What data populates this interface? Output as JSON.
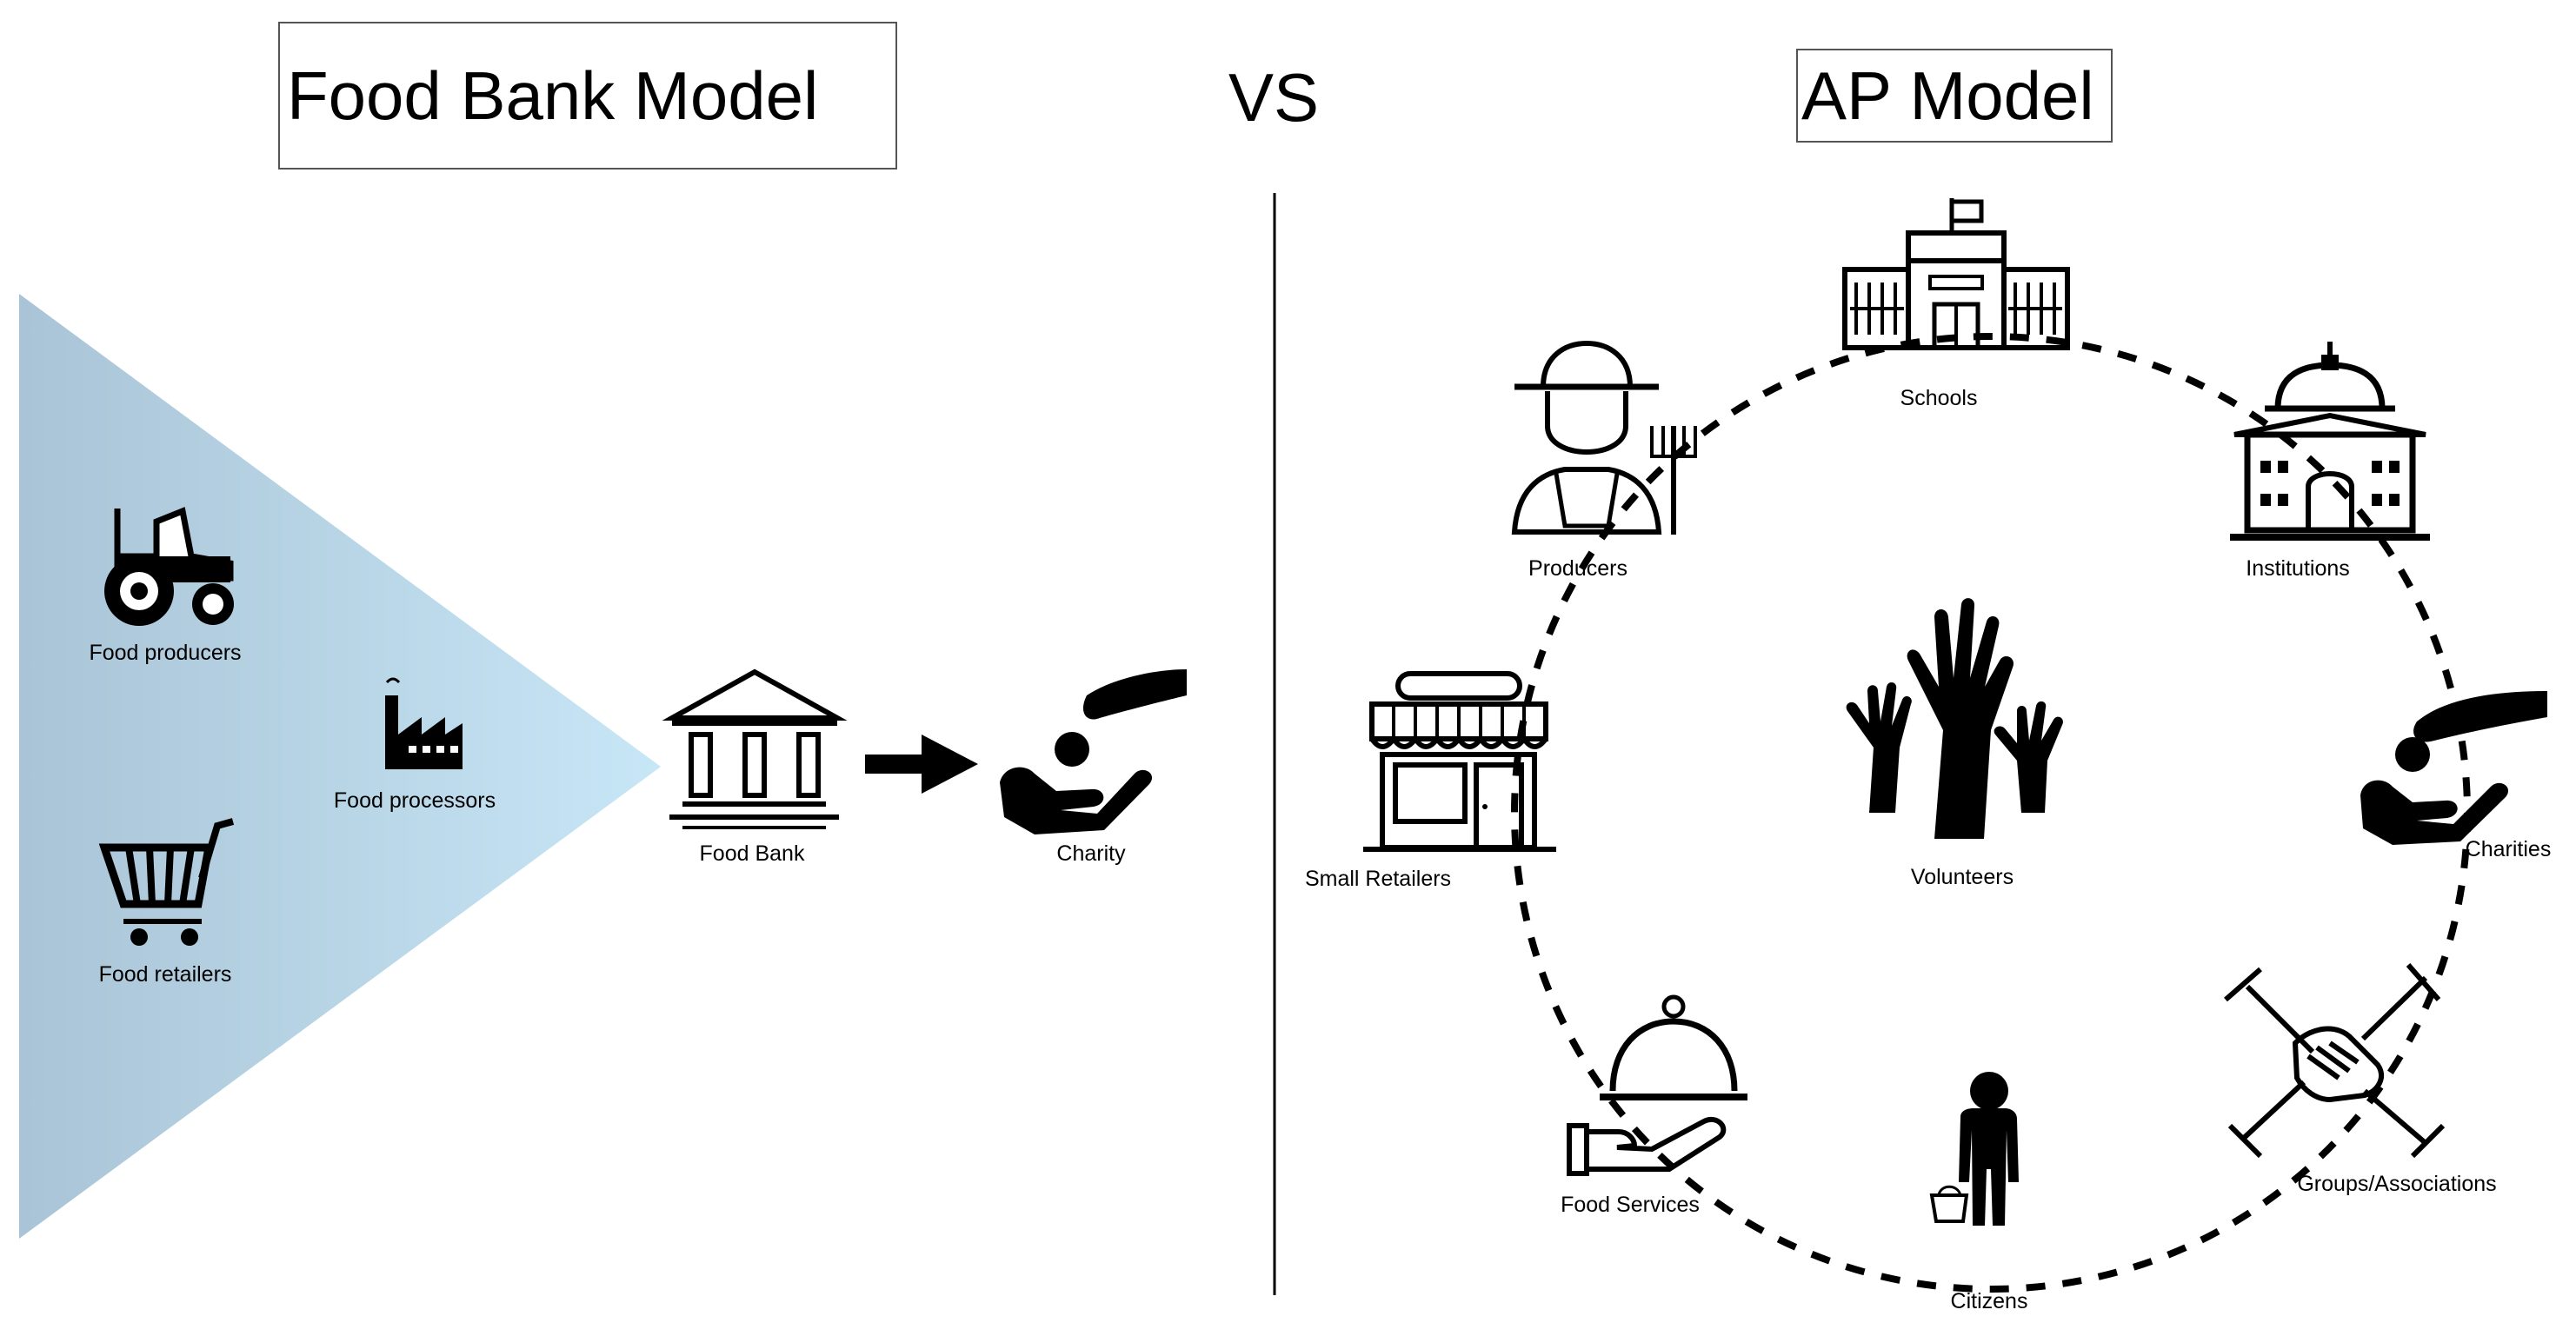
{
  "left_title": "Food Bank Model",
  "vs": "VS",
  "right_title": "AP Model",
  "left_labels": {
    "food_producers": "Food producers",
    "food_processors": "Food processors",
    "food_retailers": "Food retailers",
    "food_bank": "Food Bank",
    "charity": "Charity"
  },
  "right_labels": {
    "schools": "Schools",
    "producers": "Producers",
    "institutions": "Institutions",
    "small_retailers": "Small Retailers",
    "volunteers": "Volunteers",
    "charities": "Charities",
    "food_services": "Food Services",
    "citizens": "Citizens",
    "groups": "Groups/Associations"
  },
  "colors": {
    "triangle_dark": "#a9c4d6",
    "triangle_light": "#c7e6f6",
    "ink": "#000000"
  },
  "icons": [
    "tractor-icon",
    "factory-icon",
    "shopping-cart-icon",
    "bank-icon",
    "arrow-right-icon",
    "charity-hand-icon",
    "school-icon",
    "farmer-icon",
    "capitol-icon",
    "storefront-icon",
    "raised-hands-icon",
    "cloche-icon",
    "person-icon",
    "joined-hands-icon"
  ]
}
